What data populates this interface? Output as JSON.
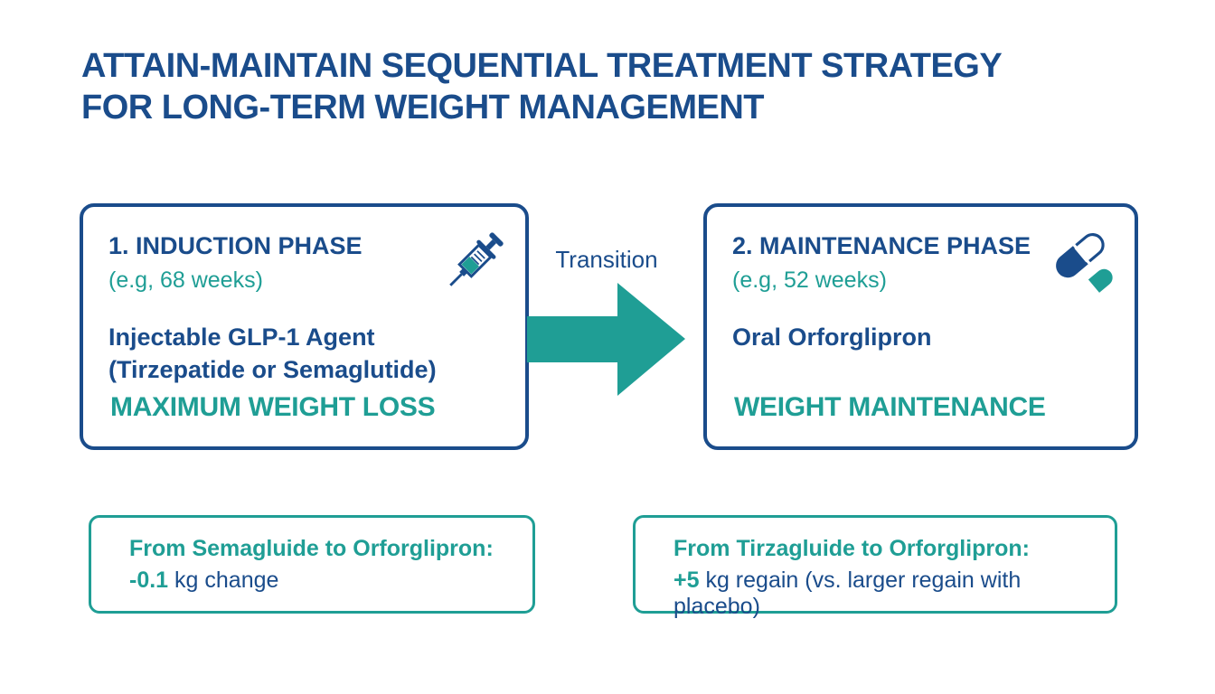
{
  "colors": {
    "dark_blue": "#1A4C8B",
    "teal": "#1F9E95"
  },
  "title": {
    "line1": "ATTAIN-MAINTAIN SEQUENTIAL TREATMENT STRATEGY",
    "line2": "FOR LONG-TERM WEIGHT MANAGEMENT"
  },
  "phases": {
    "induction": {
      "heading": "1. INDUCTION PHASE",
      "duration": "(e.g, 68 weeks)",
      "agent_line1": "Injectable GLP-1 Agent",
      "agent_line2": "(Tirzepatide or Semaglutide)",
      "outcome": "MAXIMUM WEIGHT LOSS",
      "icon": "syringe-icon"
    },
    "maintenance": {
      "heading": "2. MAINTENANCE PHASE",
      "duration": "(e.g, 52 weeks)",
      "agent": "Oral Orforglipron",
      "outcome": "WEIGHT MAINTENANCE",
      "icon": "capsule-icon"
    }
  },
  "transition": {
    "label": "Transition"
  },
  "notes": [
    {
      "heading": "From Semagluide to Orforglipron:",
      "value": "-0.1",
      "text": " kg change"
    },
    {
      "heading": "From Tirzagluide to Orforglipron:",
      "value": "+5",
      "text": " kg regain (vs. larger regain with placebo)"
    }
  ]
}
